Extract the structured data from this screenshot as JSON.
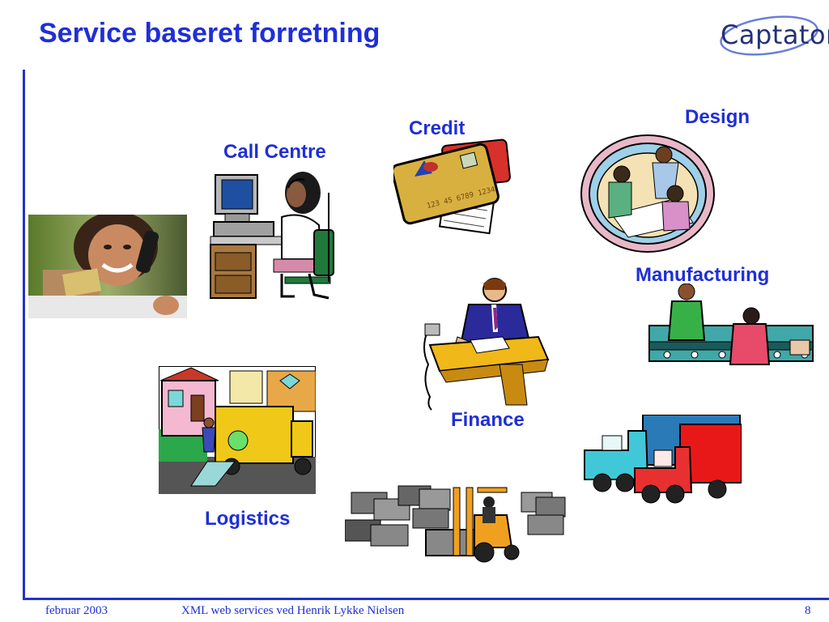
{
  "slide": {
    "title": "Service baseret forretning",
    "logo_text": "Captator"
  },
  "labels": {
    "call_centre": "Call Centre",
    "credit": "Credit",
    "design": "Design",
    "manufacturing": "Manufacturing",
    "finance": "Finance",
    "logistics": "Logistics"
  },
  "credit_card_number": "123 45 6789 1234",
  "footer": {
    "date": "februar 2003",
    "subtitle": "XML web services ved Henrik Lykke Nielsen",
    "page_number": "8"
  },
  "colors": {
    "title_blue": "#1f2fd6",
    "rule_blue": "#2233c8"
  }
}
